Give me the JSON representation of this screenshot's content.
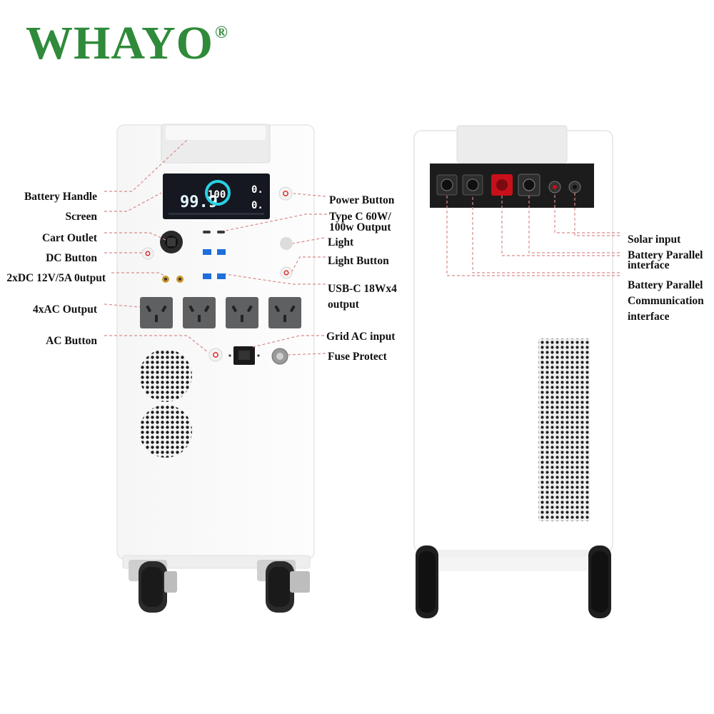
{
  "brand": {
    "name": "WHAYO",
    "mark": "®",
    "color": "#2f8a3a"
  },
  "screen": {
    "left_value": "99.9",
    "ring_value": "100",
    "right_top": "0.",
    "right_bottom": "0."
  },
  "front_labels": {
    "battery_handle": "Battery Handle",
    "screen": "Screen",
    "cart_outlet": "Cart Outlet",
    "dc_button": "DC Button",
    "dc_output": "2xDC 12V/5A 0utput",
    "ac_output": "4xAC Output",
    "ac_button": "AC Button",
    "power_button": "Power Button",
    "type_c_line1": "Type C 60W/",
    "type_c_line2": "100w Output",
    "light": "Light",
    "light_button": "Light Button",
    "usb_c_line1": "USB-C 18Wx4",
    "usb_c_line2": "output",
    "grid_ac_input": "Grid AC input",
    "fuse_protect": "Fuse Protect"
  },
  "back_labels": {
    "solar_input": "Solar input",
    "battery_parallel_line1": "Battery Parallel",
    "battery_parallel_line2": "interface",
    "communication_line1": "Battery Parallel",
    "communication_line2": "Communication",
    "communication_line3": "interface"
  },
  "colors": {
    "leader_line": "#d98a8a",
    "button_red": "#e02020",
    "port_red": "#c8101a",
    "screen_accent": "#27d3e6"
  }
}
